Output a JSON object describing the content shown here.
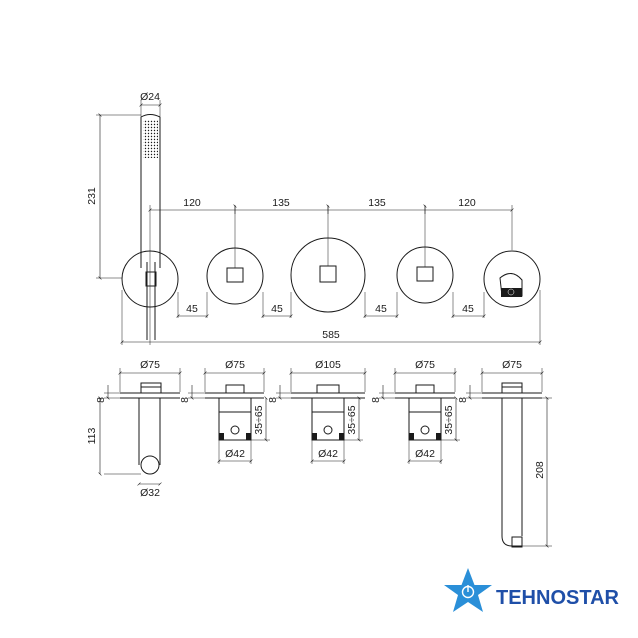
{
  "top_view": {
    "shower_diameter": "Ø24",
    "shower_height": "231",
    "spacing": [
      "120",
      "135",
      "135",
      "120"
    ],
    "gaps": [
      "45",
      "45",
      "45",
      "45"
    ],
    "total_width": "585"
  },
  "bottom_view": {
    "holder": {
      "diameter": "Ø75",
      "thickness": "8",
      "depth": "113",
      "outlet": "Ø32"
    },
    "valve_left": {
      "diameter": "Ø75",
      "thickness": "8",
      "range": "35÷65",
      "body": "Ø42"
    },
    "valve_center": {
      "diameter": "Ø105",
      "thickness": "8",
      "range": "35÷65",
      "body": "Ø42"
    },
    "valve_right": {
      "diameter": "Ø75",
      "thickness": "8",
      "range": "35÷65",
      "body": "Ø42"
    },
    "spout": {
      "diameter": "Ø75",
      "thickness": "8",
      "length": "208"
    }
  },
  "logo": {
    "text": "TEHNOSTAR",
    "color": "#1f4fa8"
  }
}
